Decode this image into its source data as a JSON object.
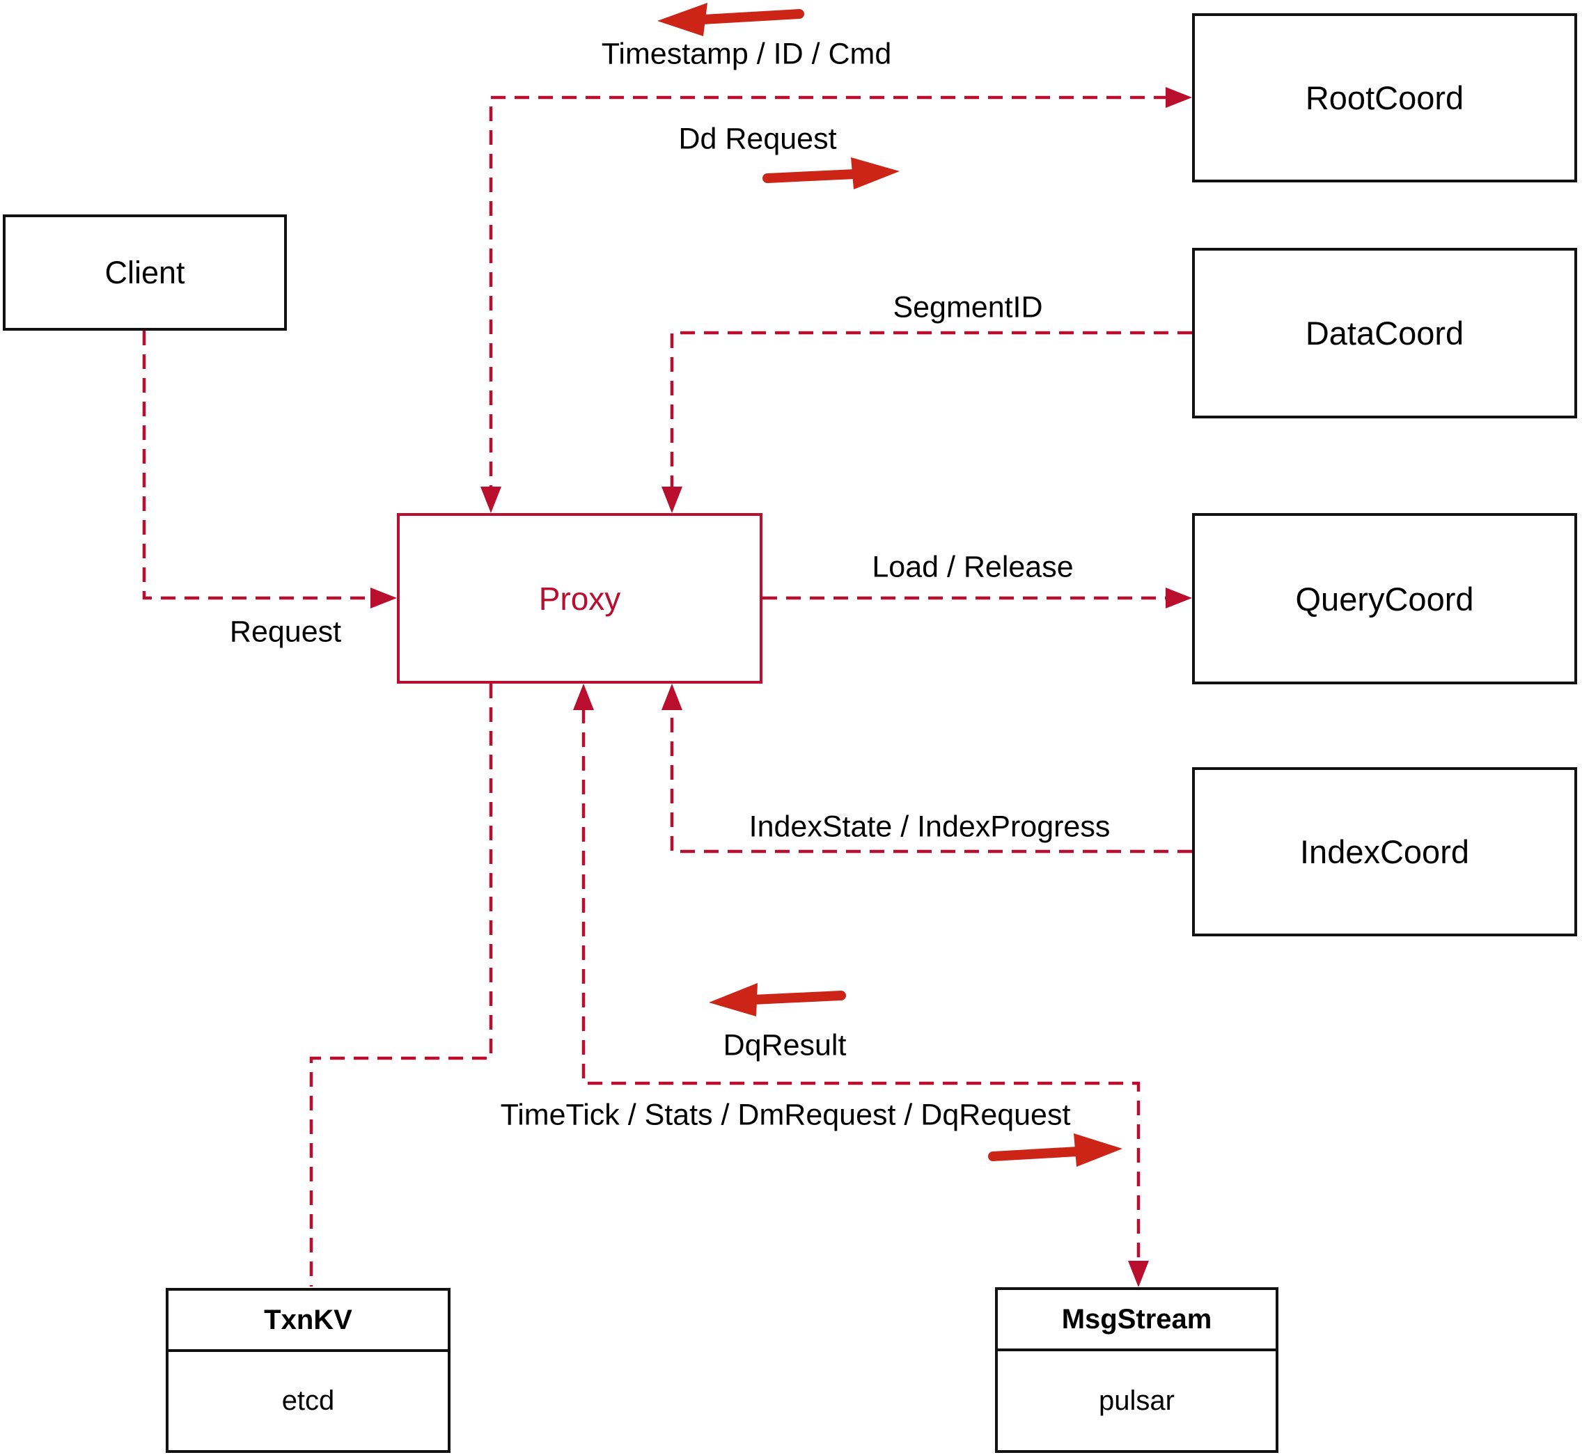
{
  "colors": {
    "line_red": "#b90e2d",
    "arrow_red": "#cc2517",
    "border_dark": "#111111",
    "text_dark": "#000000"
  },
  "nodes": {
    "client": {
      "label": "Client"
    },
    "proxy": {
      "label": "Proxy"
    },
    "rootcoord": {
      "label": "RootCoord"
    },
    "datacoord": {
      "label": "DataCoord"
    },
    "querycoord": {
      "label": "QueryCoord"
    },
    "indexcoord": {
      "label": "IndexCoord"
    },
    "txnkv": {
      "title": "TxnKV",
      "subtitle": "etcd"
    },
    "msgstream": {
      "title": "MsgStream",
      "subtitle": "pulsar"
    }
  },
  "edge_labels": {
    "timestamp": "Timestamp / ID / Cmd",
    "dd_request": "Dd Request",
    "segment_id": "SegmentID",
    "load_release": "Load / Release",
    "index_state": "IndexState / IndexProgress",
    "request": "Request",
    "dq_result": "DqResult",
    "time_tick": "TimeTick / Stats / DmRequest / DqRequest"
  },
  "icons": {
    "flow_arrow_left": "◀",
    "flow_arrow_right": "▶"
  }
}
